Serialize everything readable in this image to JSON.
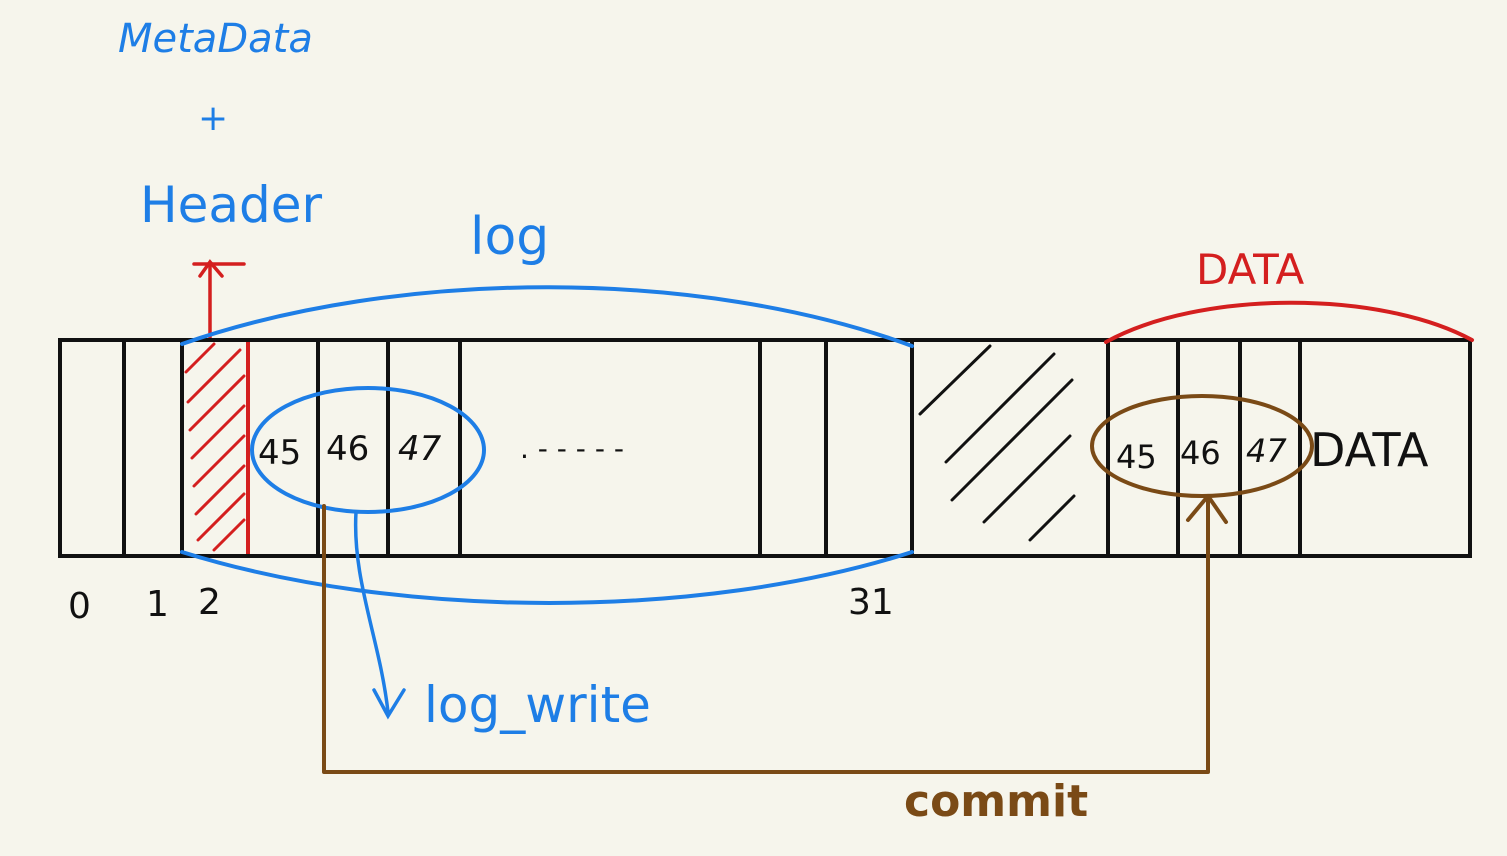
{
  "labels": {
    "metadata": "MetaData",
    "plus": "+",
    "header": "Header",
    "log": "log",
    "data_top": "DATA",
    "data_inline": "DATA",
    "log_write": "log_write",
    "commit": "commit",
    "dots": ". - - - - -"
  },
  "log_blocks": [
    "45",
    "46",
    "47"
  ],
  "data_blocks": [
    "45",
    "46",
    "47"
  ],
  "block_indices": {
    "b0": "0",
    "b1": "1",
    "b2": "2",
    "b31": "31"
  },
  "colors": {
    "log": "#1e7ee6",
    "data": "#d41f1f",
    "commit": "#7a4a16",
    "ink": "#111111",
    "background": "#f6f5ec"
  }
}
